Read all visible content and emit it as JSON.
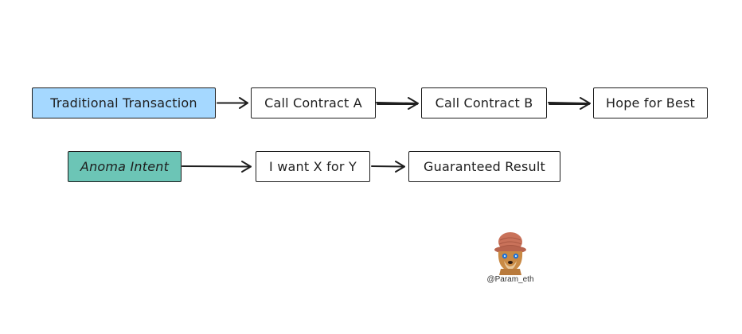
{
  "diagram": {
    "colors": {
      "traditional_fill": "#a5d8ff",
      "anoma_fill": "#6cc5b6",
      "stroke": "#1e1e1e",
      "plain_fill": "#ffffff"
    },
    "row1": {
      "start": "Traditional Transaction",
      "step1": "Call Contract A",
      "step2": "Call Contract B",
      "end": "Hope for Best"
    },
    "row2": {
      "start": "Anoma Intent",
      "step1": "I want X for Y",
      "end": "Guaranteed Result"
    }
  },
  "watermark": {
    "handle": "@Param_eth",
    "avatar_icon": "dog-with-hat-avatar"
  }
}
